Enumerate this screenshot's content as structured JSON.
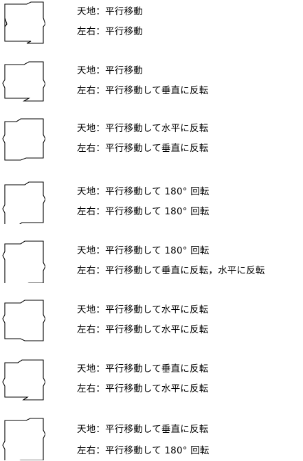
{
  "rows": [
    {
      "top": "天地：平行移動",
      "bottom": "左右：平行移動"
    },
    {
      "top": "天地：平行移動",
      "bottom": "左右：平行移動して垂直に反転"
    },
    {
      "top": "天地：平行移動して水平に反転",
      "bottom": "左右：平行移動して垂直に反転"
    },
    {
      "top": "天地：平行移動して 180° 回転",
      "bottom": "左右：平行移動して 180° 回転"
    },
    {
      "top": "天地：平行移動して 180° 回転",
      "bottom": "左右：平行移動して垂直に反転，水平に反転"
    },
    {
      "top": "天地：平行移動して水平に反転",
      "bottom": "左右：平行移動して水平に反転"
    },
    {
      "top": "天地：平行移動して垂直に反転",
      "bottom": "左右：平行移動して水平に反転"
    },
    {
      "top": "天地：平行移動して垂直に反転",
      "bottom": "左右：平行移動して 180° 回転"
    }
  ]
}
